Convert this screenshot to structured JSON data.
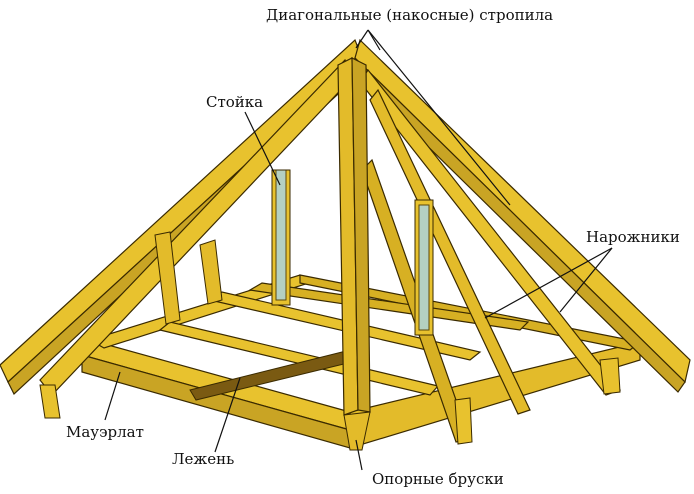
{
  "labels": {
    "diagonal_rafters": "Диагональные (накосные) стропила",
    "post": "Стойка",
    "jack_rafters": "Нарожники",
    "wall_plate": "Мауэрлат",
    "sill_beam": "Лежень",
    "support_bars": "Опорные бруски"
  },
  "colors": {
    "timber": "#e8c22e",
    "timber_dark": "#b8901a",
    "timber_shadow": "#c9a424",
    "outline": "#3a2a00",
    "glass": "#a8d4e8",
    "background": "#ffffff"
  }
}
